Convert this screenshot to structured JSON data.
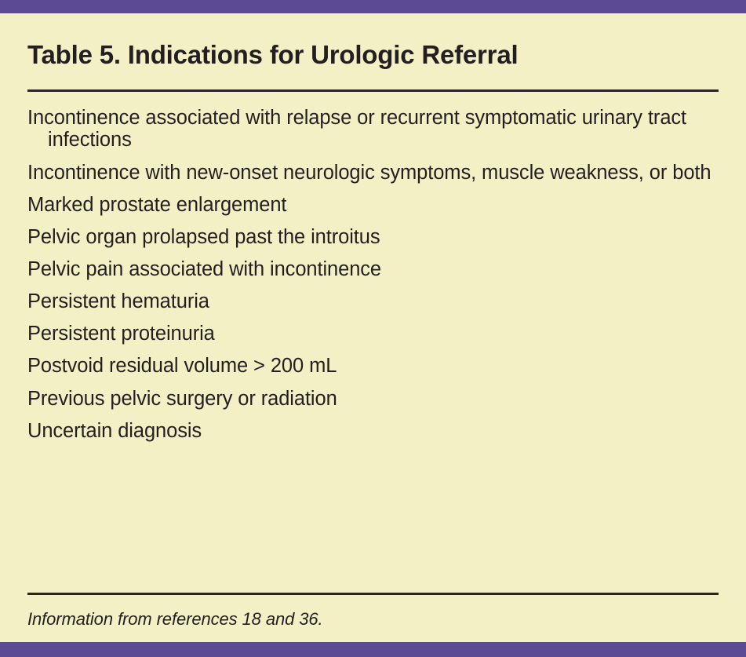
{
  "colors": {
    "accent_bar": "#5c4a95",
    "background": "#f2f0c4",
    "text": "#231f20",
    "rule": "#2b2424"
  },
  "table": {
    "title": "Table 5. Indications for Urologic Referral",
    "items": [
      "Incontinence associated with relapse or recurrent symptomatic urinary tract infections",
      "Incontinence with new-onset neurologic symptoms, muscle weakness, or both",
      "Marked prostate enlargement",
      "Pelvic organ prolapsed past the introitus",
      "Pelvic pain associated with incontinence",
      "Persistent hematuria",
      "Persistent proteinuria",
      "Postvoid residual volume > 200 mL",
      "Previous pelvic surgery or radiation",
      "Uncertain diagnosis"
    ],
    "footnote": "Information from references 18 and 36."
  }
}
